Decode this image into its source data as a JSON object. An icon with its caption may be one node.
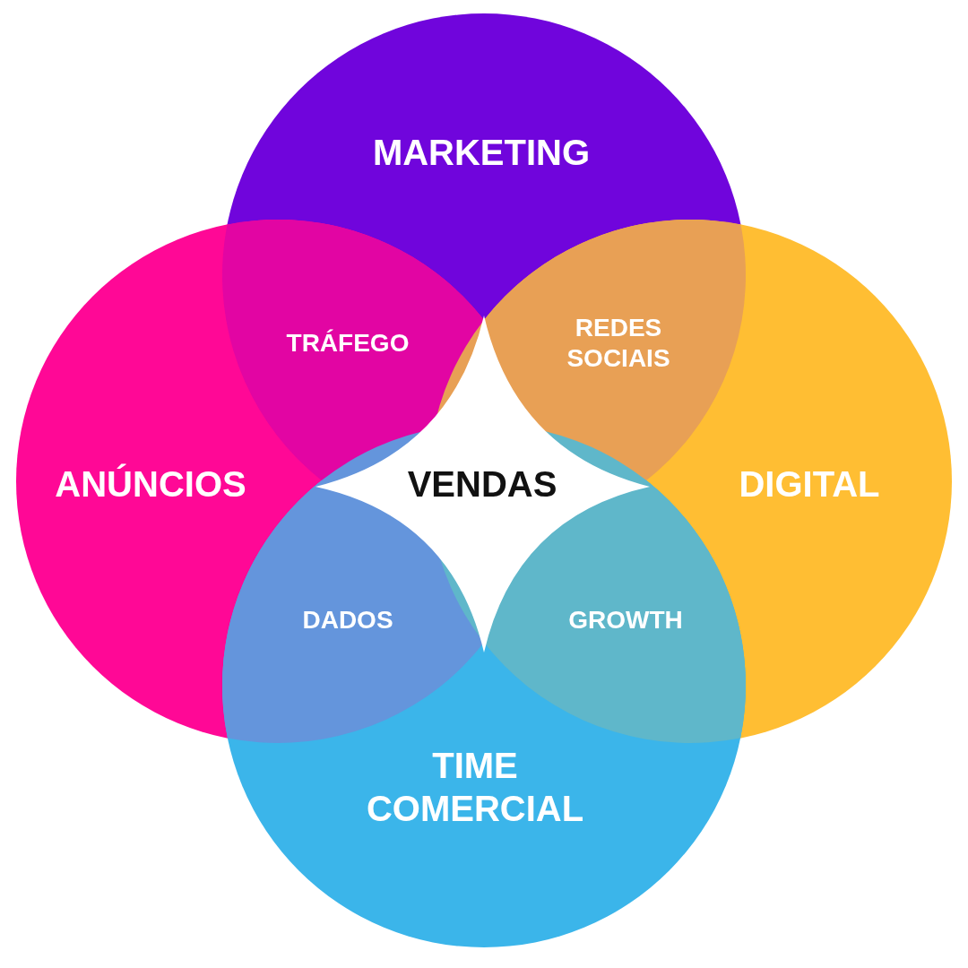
{
  "diagram": {
    "nodes": [
      {
        "text": [
          "MARKETING"
        ]
      },
      {
        "text": [
          "ANÚNCIOS"
        ]
      },
      {
        "text": [
          "DIGITAL"
        ]
      },
      {
        "text": [
          "TIME COMERCIAL"
        ]
      },
      {
        "text": [
          "VENDAS"
        ]
      }
    ],
    "labels": [
      "TRÁFEGO",
      "REDES SOCIAIS",
      "DADOS",
      "GROWTH"
    ]
  }
}
